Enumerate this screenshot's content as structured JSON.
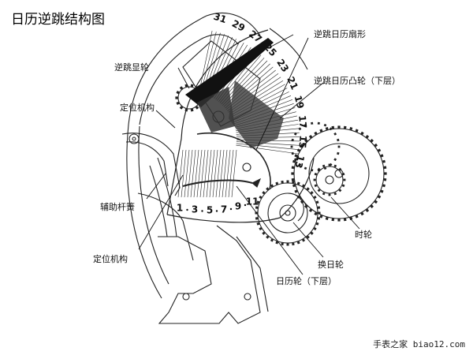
{
  "title": "日历逆跳结构图",
  "labels": {
    "retrograde_sector": "逆跳日历扇形",
    "retrograde_display_wheel": "逆跳显轮",
    "retrograde_cam": "逆跳日历凸轮（下层）",
    "positioning_mechanism_top": "定位机构",
    "auxiliary_lever_spring": "辅助杆簧",
    "hour_wheel": "时轮",
    "positioning_mechanism_bottom": "定位机构",
    "date_change_wheel": "换日轮",
    "date_wheel_lower": "日历轮（下层）"
  },
  "scale": {
    "odd_dates": [
      "1",
      "3",
      "5",
      "7",
      "9",
      "11",
      "13",
      "15",
      "17",
      "19",
      "21",
      "23",
      "25",
      "27",
      "29",
      "31"
    ]
  },
  "watermark": "手表之家 biao12.com"
}
